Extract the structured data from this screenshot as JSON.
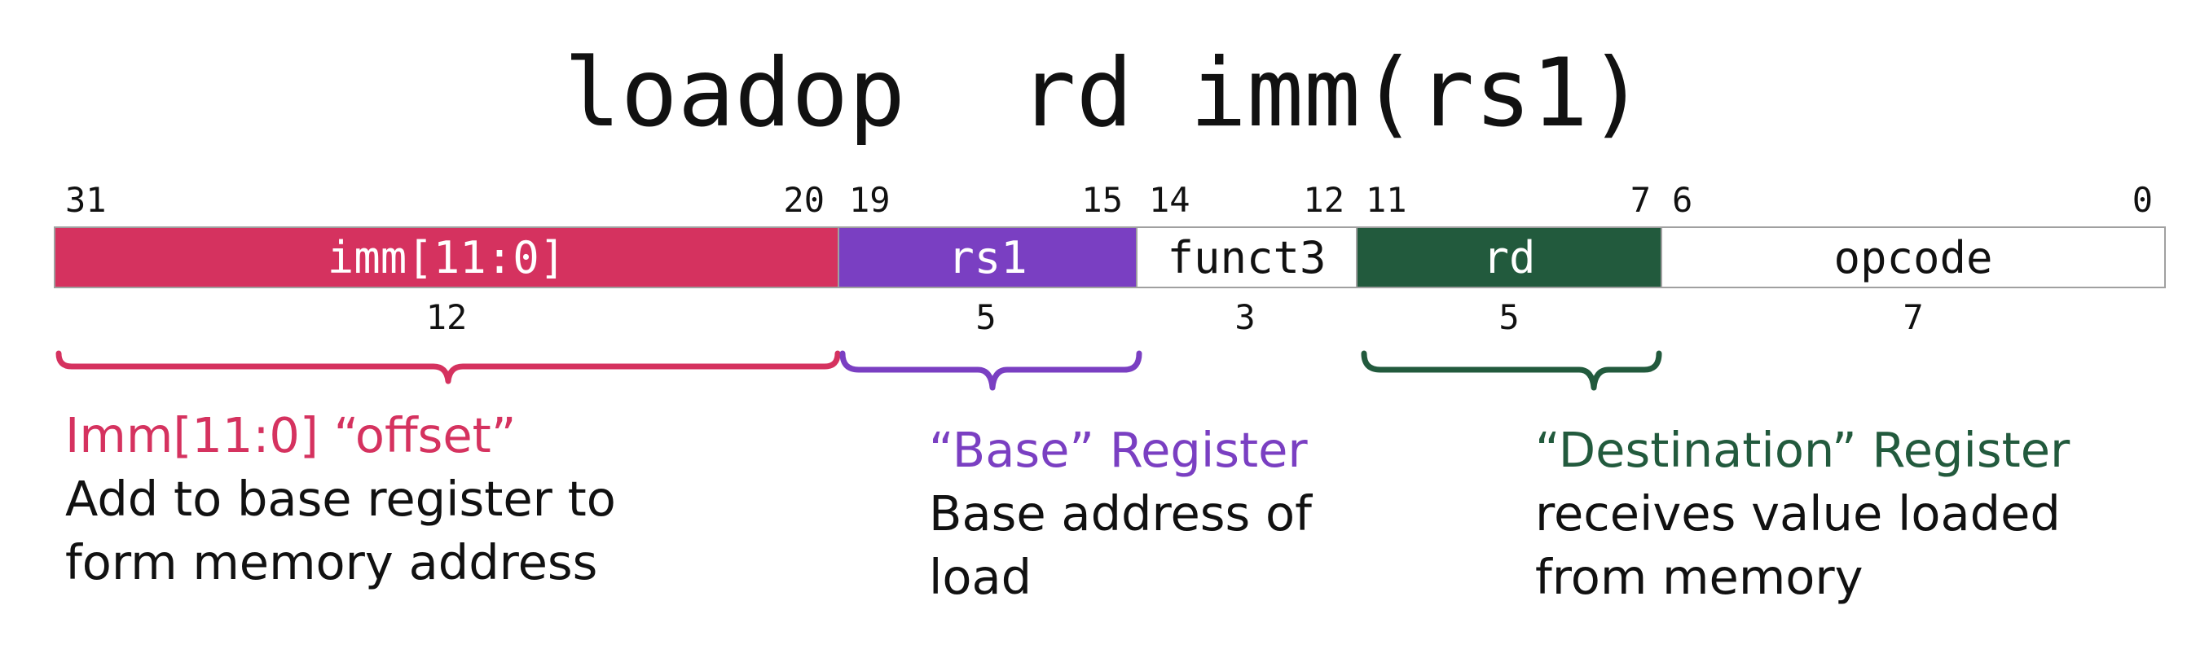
{
  "title": "loadop  rd imm(rs1)",
  "colors": {
    "imm": "#d5325f",
    "rs1": "#7a3fc2",
    "rd": "#225a3d",
    "border": "#a0a0a0",
    "text": "#111111"
  },
  "bit_labels": [
    "31",
    "20",
    "19",
    "15",
    "14",
    "12",
    "11",
    "7",
    "6",
    "0"
  ],
  "fields": [
    {
      "label": "imm[11:0]",
      "width": "12",
      "bits": 12
    },
    {
      "label": "rs1",
      "width": "5",
      "bits": 5
    },
    {
      "label": "funct3",
      "width": "3",
      "bits": 3
    },
    {
      "label": "rd",
      "width": "5",
      "bits": 5
    },
    {
      "label": "opcode",
      "width": "7",
      "bits": 7
    }
  ],
  "descriptions": {
    "imm": {
      "heading": "Imm[11:0] “offset”",
      "body": "Add to base register to\nform memory address"
    },
    "rs1": {
      "heading": "“Base” Register",
      "body": "Base address of\nload"
    },
    "rd": {
      "heading": "“Destination” Register",
      "body": "receives value loaded\nfrom memory"
    }
  }
}
